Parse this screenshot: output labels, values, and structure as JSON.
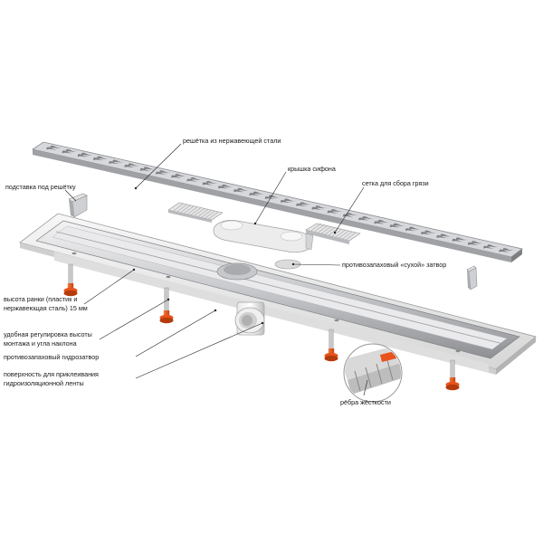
{
  "labels": {
    "grate": "решётка из нержавеющей стали",
    "siphon_cover": "крышка сифона",
    "dirt_mesh": "сетка для сбора грязи",
    "grate_support": "подставка под решётку",
    "dry_trap": "противозапаховый «сухой» затвор",
    "flange_height_1": "высота ранки (пластик и",
    "flange_height_2": "нержавеющая сталь) 15 мм",
    "height_adjust_1": "удобная регулировка высоты",
    "height_adjust_2": "монтажа и угла наклона",
    "water_trap": "противозапаховый гидрозатвор",
    "gluing_surface_1": "поверхность для приклеивания",
    "gluing_surface_2": "гидроизоляционной ленты",
    "stiffening_ribs": "рёбра жёсткости"
  },
  "colors": {
    "steel_light": "#e9e9eb",
    "steel_dark": "#8d8f93",
    "plastic": "#f2f2f2",
    "foot_orange": "#e8541c",
    "leader": "#222222"
  }
}
